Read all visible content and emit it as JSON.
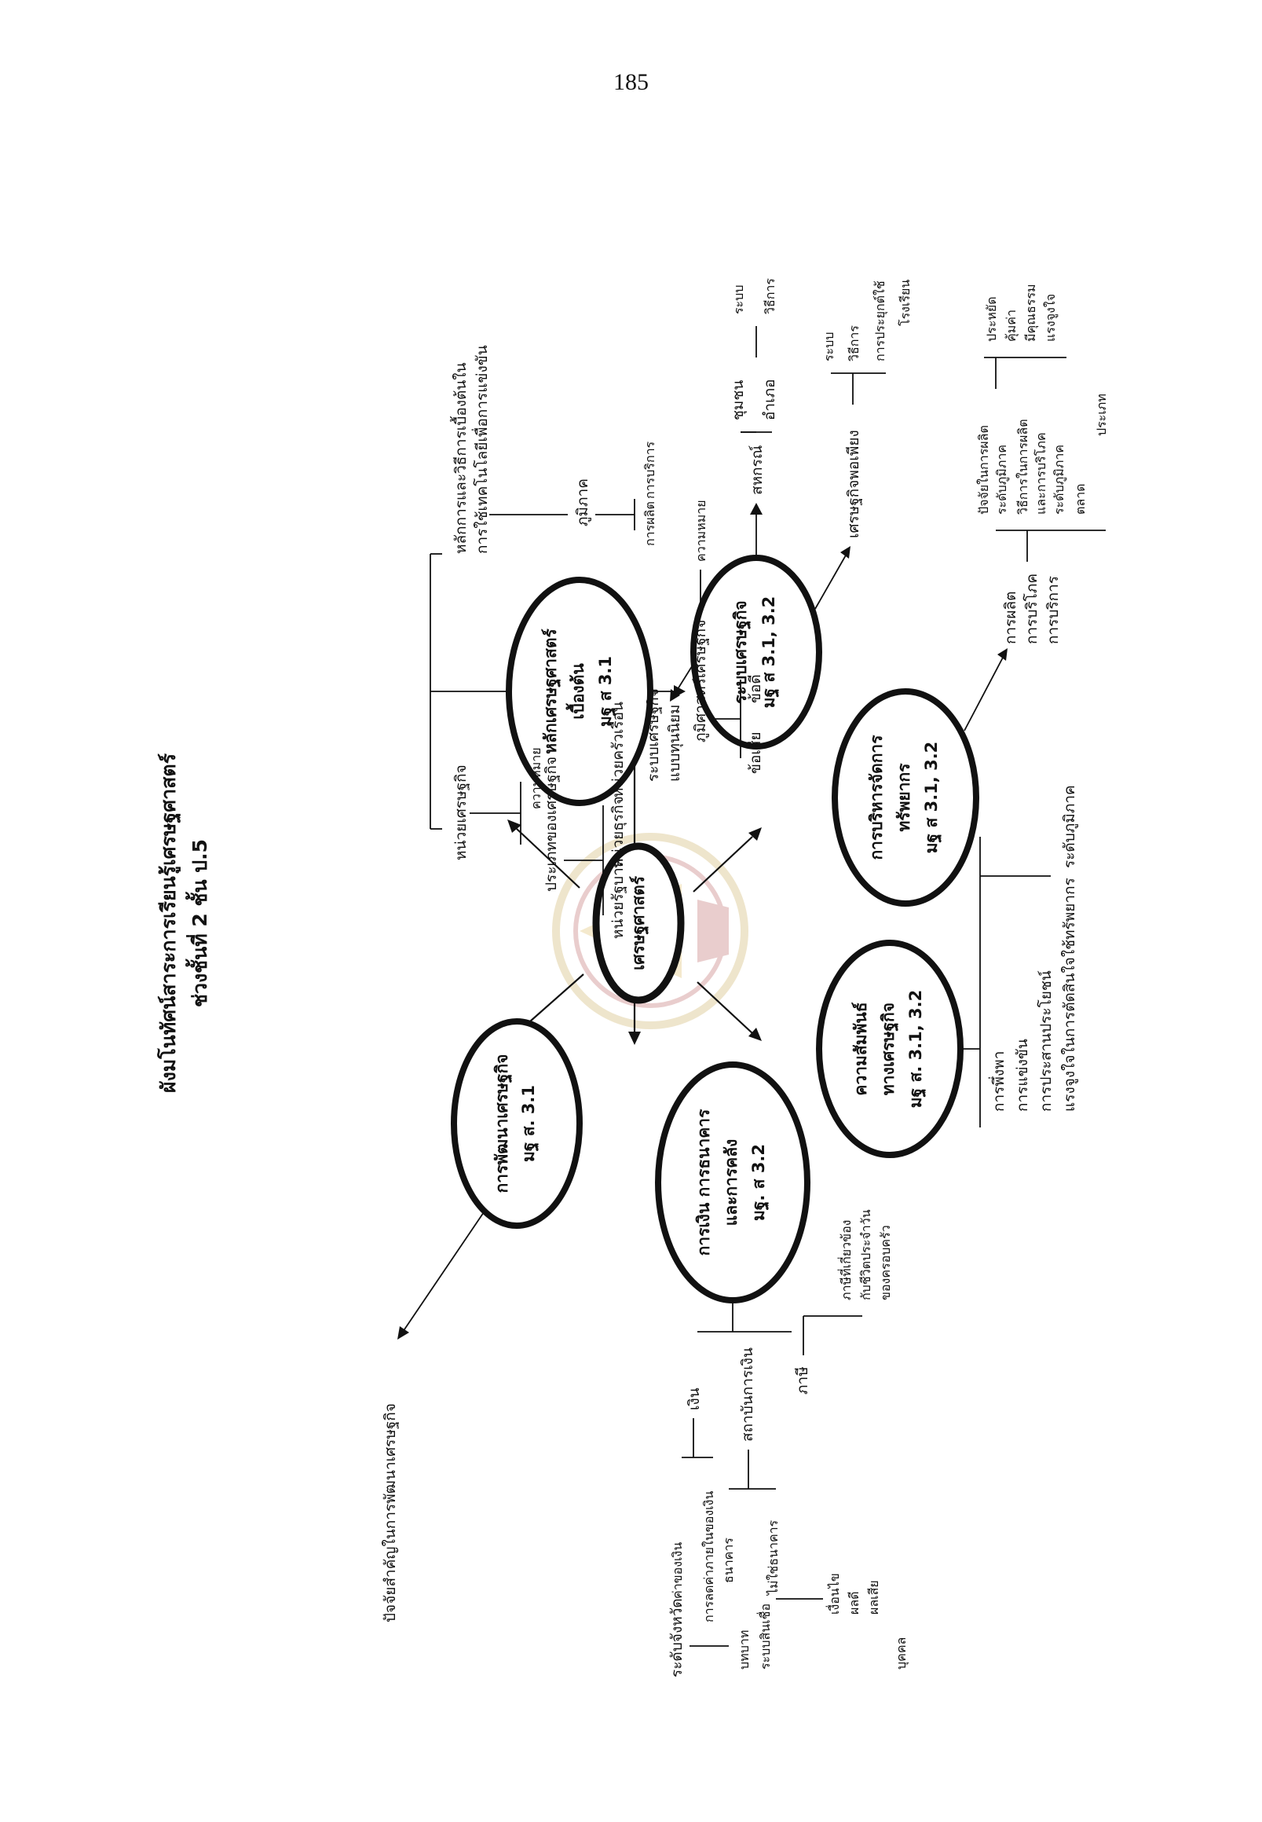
{
  "page_number": "185",
  "title": {
    "line1": "ผังมโนทัศน์สาระการเรียนรู้เศรษฐศาสตร์",
    "line2": "ช่วงชั้นที่  2  ชั้น  ป.5"
  },
  "center": {
    "label": "เศรษฐศาสตร์"
  },
  "nodes": {
    "principles": {
      "l1": "หลักเศรษฐศาสตร์",
      "l2": "เบื้องต้น",
      "l3": "มฐ ส 3.1"
    },
    "system": {
      "l1": "ระบบเศรษฐกิจ",
      "l2": "มฐ ส 3.1, 3.2"
    },
    "resource": {
      "l1": "การบริหารจัดการ",
      "l2": "ทรัพยากร",
      "l3": "มฐ ส 3.1, 3.2"
    },
    "relations": {
      "l1": "ความสัมพันธ์",
      "l2": "ทางเศรษฐกิจ",
      "l3": "มฐ ส. 3.1, 3.2"
    },
    "money": {
      "l1": "การเงิน การธนาคาร",
      "l2": "และการคลัง",
      "l3": "มฐ. ส 3.2"
    },
    "development": {
      "l1": "การพัฒนาเศรษฐกิจ",
      "l2": "มฐ ส. 3.1"
    }
  },
  "branches": {
    "principles": {
      "a": "หลักการและวิธีการเบื้องต้นใน",
      "a2": "การใช้เทคโนโลยีเพื่อการแข่งขัน",
      "a_region": "ภูมิภาค",
      "a_region_items": [
        "การผลิต",
        "การบริการ"
      ],
      "b": "หน่วยเศรษฐกิจ",
      "b1": "ความหมาย",
      "b2": "ประเภทของเศรษฐกิจ",
      "b2_items": [
        "หน่วยครัวเรือน",
        "หน่วยธุรกิจ",
        "หน่วยรัฐบาล"
      ],
      "c": "ภูมิศาสตร์เศรษฐกิจ",
      "c_meaning": "ความหมาย",
      "c_items": [
        "ข้อดี",
        "ข้อเสีย"
      ]
    },
    "system": {
      "capitalism_1": "ระบบเศรษฐกิจ",
      "capitalism_2": "แบบทุนนิยม",
      "coop": "สหกรณ์",
      "coop_levels": [
        "ชุมชน",
        "อำเภอ"
      ],
      "coop_items": [
        "ระบบ",
        "วิธีการ"
      ],
      "sufficiency": "เศรษฐกิจพอเพียง",
      "suff_items": [
        "ระบบ",
        "วิธีการ",
        "การประยุกต์ใช้"
      ],
      "suff_school": "โรงเรียน"
    },
    "resource": {
      "items": [
        "การผลิต",
        "การบริโภค",
        "การบริการ"
      ],
      "sub": [
        "ปัจจัยในการผลิต",
        "ระดับภูมิภาค",
        "วิธีการในการผลิต",
        "และการบริโภค",
        "ระดับภูมิภาค",
        "ตลาด"
      ],
      "values": [
        "ประหยัด",
        "คุ้มค่า",
        "มีคุณธรรม",
        "แรงจูงใจ"
      ],
      "market_type": "ประเภท"
    },
    "relations": {
      "items": [
        "การพึ่งพา",
        "การแข่งขัน",
        "การประสานประโยชน์",
        "แรงจูงใจในการตัดสินใจใช้ทรัพยากร"
      ],
      "regional": "ระดับภูมิภาค"
    },
    "money": {
      "money": "เงิน",
      "money_items": [
        "ค่าของเงิน",
        "การลดค่าภายในของเงิน"
      ],
      "institution": "สถาบันการเงิน",
      "banks": [
        "ธนาคาร",
        "ไม่ใช่ธนาคาร"
      ],
      "province": "ระดับจังหวัด",
      "prov_items": [
        "บทบาท",
        "ระบบสินเชื่อ"
      ],
      "credit_items": [
        "เงื่อนไข",
        "ผลดี",
        "ผลเสีย"
      ],
      "person": "บุคคล",
      "tax": "ภาษี",
      "tax_desc": [
        "ภาษีที่เกี่ยวข้อง",
        "กับชีวิตประจำวัน",
        "ของครอบครัว"
      ]
    },
    "development": {
      "factor": "ปัจจัยสำคัญในการพัฒนาเศรษฐกิจ"
    }
  }
}
